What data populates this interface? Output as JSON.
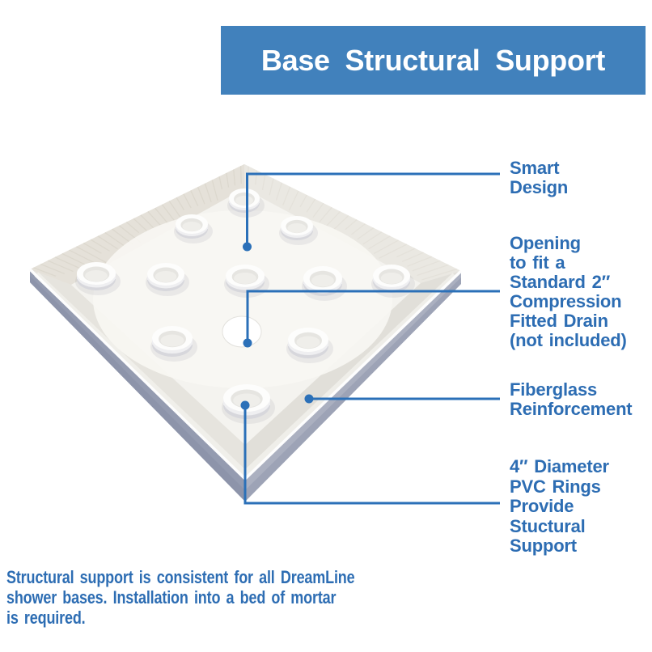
{
  "banner": {
    "title": "Base Structural Support"
  },
  "callouts": {
    "smart_design": {
      "label": "Smart\nDesign"
    },
    "drain_opening": {
      "label": "Opening\nto fit a\nStandard 2″\nCompression\nFitted Drain\n(not included)"
    },
    "fiberglass": {
      "label": "Fiberglass\nReinforcement"
    },
    "pvc_rings": {
      "label": "4″ Diameter\nPVC Rings\nProvide\nStuctural\nSupport"
    }
  },
  "footnote": "Structural support is consistent for all DreamLine\nshower bases. Installation into a bed of mortar\nis required.",
  "illustration": {
    "subject": "shower base structural support pan",
    "pvc_ring_count": 11,
    "center_drain_opening": true
  },
  "colors": {
    "banner_bg": "#4181bc",
    "banner_text": "#ffffff",
    "label_text": "#2d6db3",
    "callout_line": "#2b70b8",
    "pan_wall_left": "#99a0b3",
    "pan_wall_right": "#aab0c0",
    "pan_rim": "#e8e6e1",
    "pan_floor": "#f4f3ef"
  }
}
